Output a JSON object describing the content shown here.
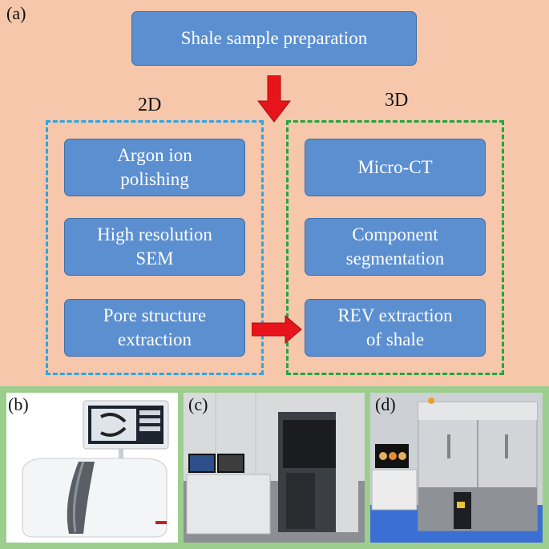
{
  "panel_a": {
    "label": "(a)",
    "top_box": "Shale sample preparation",
    "label_2d": "2D",
    "label_3d": "3D",
    "boxes_2d": [
      [
        "Argon ion",
        "polishing"
      ],
      [
        "High resolution",
        "SEM"
      ],
      [
        "Pore structure",
        "extraction"
      ]
    ],
    "boxes_3d": [
      [
        "Micro-CT"
      ],
      [
        "Component",
        "segmentation"
      ],
      [
        "REV extraction",
        "of shale"
      ]
    ],
    "colors": {
      "background": "#f6c7ab",
      "box_fill": "#5b8fd0",
      "dash_2d": "#2ba6e6",
      "dash_3d": "#21a640",
      "arrow": "#e8141c"
    }
  },
  "panel_b": {
    "label": "(b)"
  },
  "panel_c": {
    "label": "(c)"
  },
  "panel_d": {
    "label": "(d)"
  }
}
